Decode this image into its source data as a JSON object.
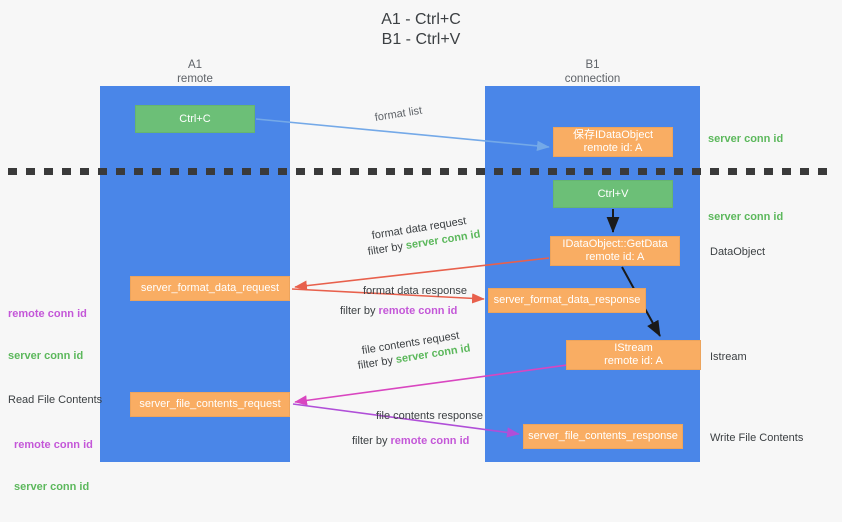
{
  "title": "A1 - Ctrl+C\nB1 - Ctrl+V",
  "lanes": [
    {
      "name": "A1",
      "sub": "remote",
      "header": "A1\nremote"
    },
    {
      "name": "B1",
      "sub": "connection",
      "header": "B1\nconnection"
    }
  ],
  "nodes": {
    "ctrl_c": "Ctrl+C",
    "save_idataobject": "保存IDataObject\nremote id: A",
    "ctrl_v": "Ctrl+V",
    "getdata": "IDataObject::GetData\nremote id: A",
    "istream": "IStream\nremote id: A",
    "server_format_data_request": "server_format_data_request",
    "server_format_data_response": "server_format_data_response",
    "server_file_contents_request": "server_file_contents_request",
    "server_file_contents_response": "server_file_contents_response"
  },
  "annotations": {
    "format_list": "format list",
    "server_conn_id_1": "server conn id",
    "server_conn_id_2": "server conn id",
    "dataobject": "DataObject",
    "istream_label": "Istream",
    "write_file_contents": "Write File Contents",
    "read_file_contents": "Read File Contents",
    "format_data_request": "format data request",
    "format_data_response": "format data response",
    "file_contents_request": "file contents request",
    "file_contents_response": "file contents response",
    "filter_by": "filter by ",
    "server_conn_id": "server conn id",
    "remote_conn_id": "remote conn id"
  },
  "colors": {
    "lane": "#4a86e8",
    "green_node": "#6cbf77",
    "orange_node": "#f9ad63",
    "server_conn_id": "#5cb85c",
    "remote_conn_id": "#c457d8",
    "arrow_blue": "#74a9e8",
    "arrow_red": "#e8604c",
    "arrow_magenta": "#d946c0",
    "arrow_purple": "#b04fd8",
    "arrow_black": "#1a1a1a",
    "background": "#f7f7f7"
  }
}
